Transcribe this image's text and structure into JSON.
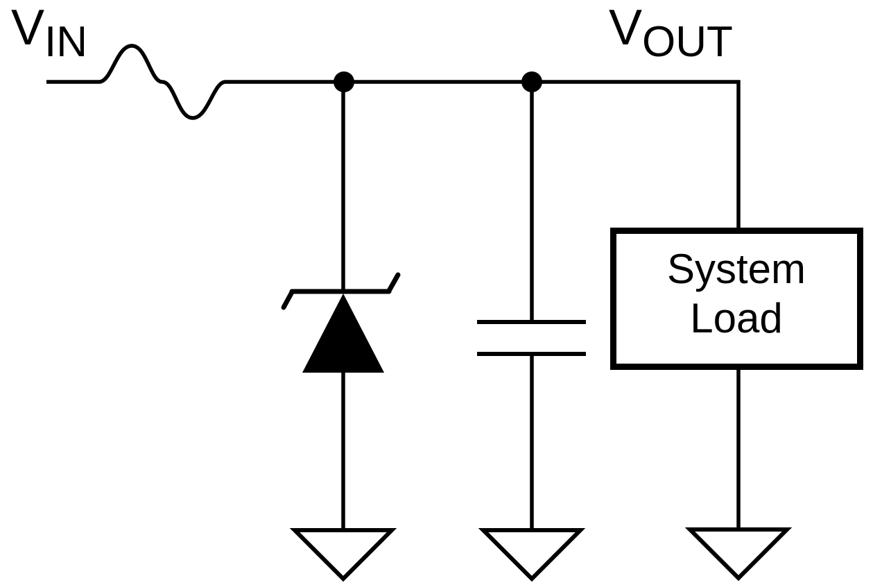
{
  "labels": {
    "vin": {
      "base": "V",
      "subscript": "IN"
    },
    "vout": {
      "base": "V",
      "subscript": "OUT"
    }
  },
  "system_load": {
    "line1": "System",
    "line2": "Load"
  },
  "components": {
    "input_wire": "vin-transient-squiggle-wire",
    "shunt_protection": "tvs-zener-diode",
    "shunt_capacitor": "capacitor",
    "load_block": "system-load",
    "ground_symbols": 3,
    "junction_dots": 2
  },
  "colors": {
    "stroke": "#000000",
    "background": "#ffffff"
  }
}
